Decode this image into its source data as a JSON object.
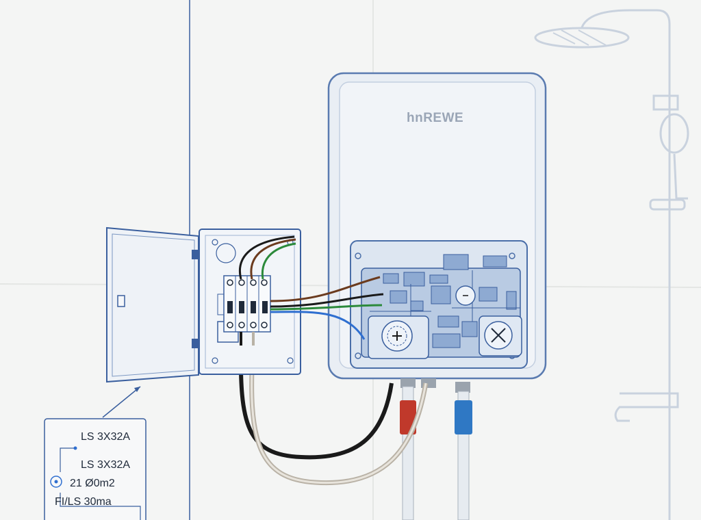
{
  "heater": {
    "brand": "hnREWE"
  },
  "legend": {
    "line1": "LS 3X32A",
    "line2": "LS 3X32A",
    "line3": "21 Ø0m2",
    "line4": "FI/LS 30ma"
  },
  "colors": {
    "blueprint": "#3a5f9e",
    "wire_brown": "#6b3b1e",
    "wire_black": "#1a1a1a",
    "wire_blue": "#2f6fd0",
    "wire_green": "#2c8a3b",
    "wire_gray": "#b9b2a6",
    "pipe_hot": "#c0392b",
    "pipe_cold": "#2f78c4"
  },
  "icons": {
    "shower": "shower-icon",
    "thermostat": "thermostat-dial-icon",
    "fan": "fan-icon"
  }
}
